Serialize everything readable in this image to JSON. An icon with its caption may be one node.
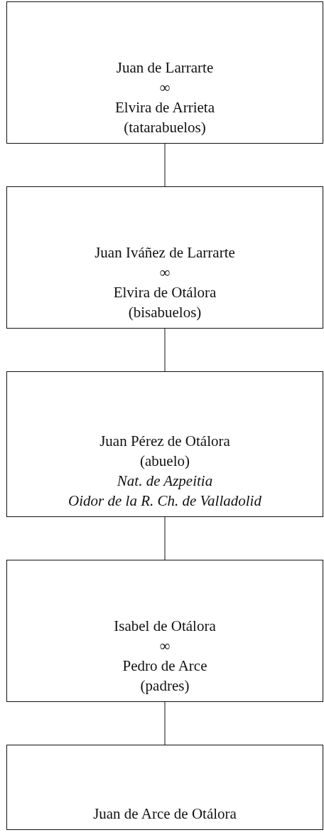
{
  "diagram": {
    "nodes": [
      {
        "text": [
          "Juan de Larrarte",
          "∞",
          "Elvira de Arrieta",
          "(tatarabuelos)"
        ]
      },
      {
        "text": [
          "Juan Iváñez de Larrarte",
          "∞",
          "Elvira de Otálora",
          "(bisabuelos)"
        ]
      },
      {
        "text": [
          "Juan Pérez de Otálora",
          "(abuelo)",
          "Nat. de Azpeitia",
          "Oidor de la R. Ch. de Valladolid"
        ]
      },
      {
        "text": [
          "Isabel de Otálora",
          "∞",
          "Pedro de Arce",
          "(padres)"
        ]
      },
      {
        "text": [
          "Juan de Arce de Otálora"
        ]
      }
    ],
    "edges": [
      {
        "from": 0,
        "to": 1,
        "arrow": "none"
      },
      {
        "from": 1,
        "to": 2,
        "arrow": "none"
      },
      {
        "from": 2,
        "to": 3,
        "arrow": "none"
      },
      {
        "from": 3,
        "to": 4,
        "arrow": "none"
      }
    ]
  }
}
